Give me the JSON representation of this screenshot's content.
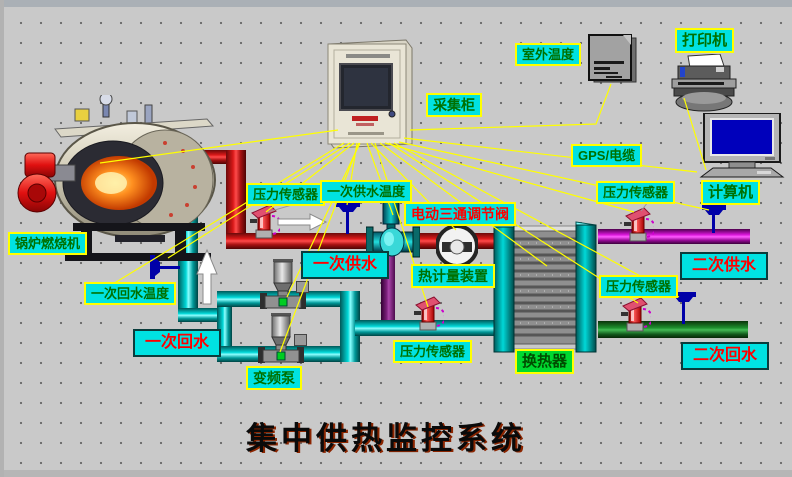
{
  "title": "集中供热监控系统",
  "labels": {
    "boiler": "锅炉燃烧机",
    "cabinet": "采集柜",
    "outdoor_temp": "室外温度",
    "printer": "打印机",
    "gps_cable": "GPS/电缆",
    "computer": "计算机",
    "pressure_left": "压力传感器",
    "pressure_top_right": "压力传感器",
    "pressure_right": "压力传感器",
    "pressure_bottom": "压力传感器",
    "supply_water_temp": "一次供水温度",
    "return_water_temp": "一次回水温度",
    "valve": "电动三通调节阀",
    "heat_meter": "热计量装置",
    "primary_supply": "一次供水",
    "primary_return": "一次回水",
    "secondary_supply": "二次供水",
    "secondary_return": "二次回水",
    "pump": "变频泵",
    "heat_exchanger": "换热器"
  },
  "icons": [
    "boiler-icon",
    "collector-cabinet-icon",
    "outdoor-sensor-icon",
    "printer-icon",
    "computer-icon",
    "heat-exchanger-icon",
    "pump-icon",
    "three-way-valve-icon",
    "heat-meter-icon",
    "pressure-sensor-icon",
    "temp-sensor-icon",
    "flow-arrow-icon"
  ],
  "colors": {
    "background": "#c9c9c9",
    "label_bg": "#00e2e2",
    "label_border": "#ffff00",
    "label_text_green": "#007000",
    "label_text_red": "#ff0000",
    "heat_exchanger_label_bg": "#00d830",
    "pipe_red": "#ff2020",
    "pipe_cyan": "#00e0e0",
    "pipe_magenta": "#ff00ff",
    "pipe_green": "#1d8f2d",
    "pipe_purple": "#7a1f7a",
    "connection_line": "#ffff00",
    "title_text": "#0a0a0a"
  }
}
